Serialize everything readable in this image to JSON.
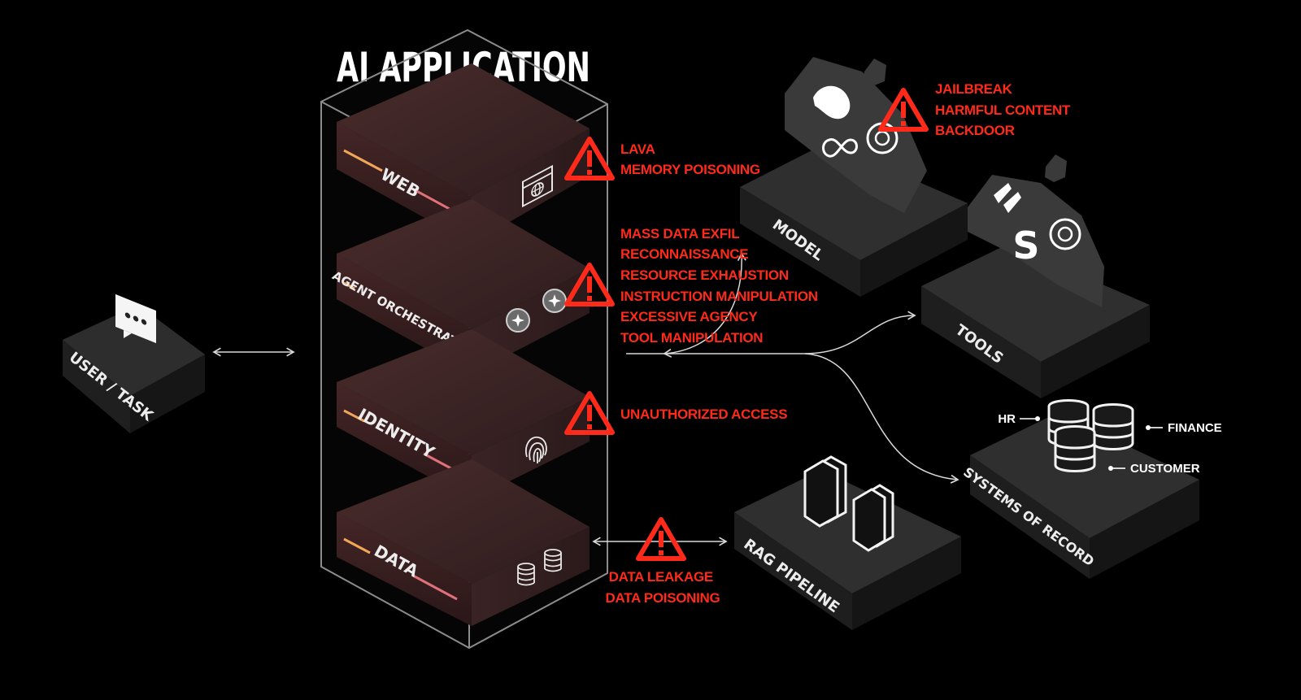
{
  "title": "AI APPLICATION",
  "layers": {
    "web": "WEB",
    "orchestrator": "AGENT ORCHESTRATOR",
    "identity": "IDENTITY",
    "data": "DATA"
  },
  "nodes": {
    "user_task": "USER / TASK",
    "model": "MODEL",
    "tools": "TOOLS",
    "rag": "RAG PIPELINE",
    "sor": "SYSTEMS OF RECORD"
  },
  "sor_labels": {
    "hr": "HR",
    "finance": "FINANCE",
    "customer": "CUSTOMER"
  },
  "threats": {
    "web": [
      "LAVA",
      "MEMORY POISONING"
    ],
    "orchestrator": [
      "MASS DATA EXFIL",
      "RECONNAISSANCE",
      "RESOURCE EXHAUSTION",
      "INSTRUCTION MANIPULATION",
      "EXCESSIVE AGENCY",
      "TOOL MANIPULATION"
    ],
    "identity": [
      "UNAUTHORIZED ACCESS"
    ],
    "data": [
      "DATA LEAKAGE",
      "DATA POISONING"
    ],
    "model": [
      "JAILBREAK",
      "HARMFUL CONTENT",
      "BACKDOOR"
    ]
  },
  "icons": {
    "user": "chat-bubble-icon",
    "web": "browser-globe-icon",
    "orchestrator": "sparkle-icon",
    "identity": "fingerprint-icon",
    "data": "database-icon",
    "model": "ai-model-logos-icon",
    "tools": "tool-logos-icon",
    "rag": "document-stack-icon",
    "sor": "database-icon",
    "warning": "warning-triangle-icon"
  },
  "colors": {
    "background": "#000000",
    "warning": "#ff2a1a",
    "layer_fill": "#3a2223",
    "block_fill": "#2a2a2a",
    "accent_left": "#f2a65a",
    "accent_right": "#e0707a"
  }
}
